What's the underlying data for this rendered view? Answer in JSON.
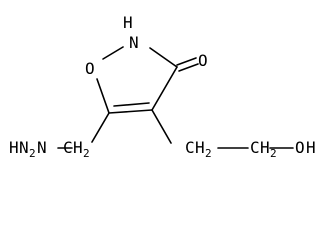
{
  "molecule": {
    "atoms": {
      "nh": "N",
      "nh_h": "H",
      "ring_o": "O",
      "carbonyl_o": "O",
      "amine": "H",
      "amine_n": "N",
      "amine_sub": "2",
      "ch2_left_c": "C",
      "ch2_left_h": "H",
      "ch2_left_sub": "2",
      "ch2_right_c": "C",
      "ch2_right_h": "H",
      "ch2_right_sub": "2",
      "hydroxyl_o": "O",
      "hydroxyl_h": "H"
    }
  }
}
